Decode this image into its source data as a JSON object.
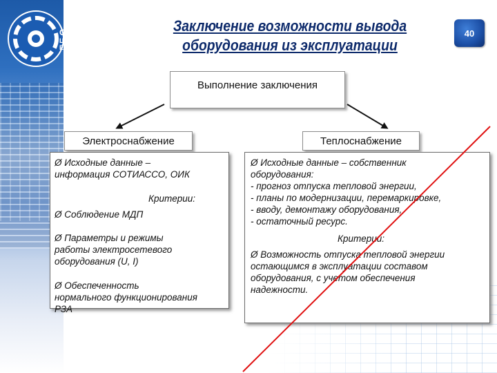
{
  "slide": {
    "title_line1": "Заключение возможности вывода",
    "title_line2": "оборудования из эксплуатации",
    "page_number": "40"
  },
  "logo": {
    "line1": "СО",
    "line2": "ЦДУ",
    "line3": "ЕЭС"
  },
  "root": {
    "label": "Выполнение заключения"
  },
  "left": {
    "header": "Электроснабжение",
    "source_line1": "Ø Исходные данные –",
    "source_line2": "информация СОТИАССО, ОИК",
    "criteria": "Критерии:",
    "c1": "Ø Соблюдение МДП",
    "c2_line1": "Ø Параметры и режимы",
    "c2_line2": "работы электросетевого",
    "c2_line3": "оборудования (U, I)",
    "c3_line1": "Ø Обеспеченность",
    "c3_line2": "нормального функционирования",
    "c3_line3": "РЗА"
  },
  "right": {
    "header": "Теплоснабжение",
    "source_line1": "Ø Исходные данные – собственник",
    "source_line2": "оборудования:",
    "item1": "- прогноз отпуска тепловой энергии,",
    "item2": "- планы по модернизации, перемаркировке,",
    "item3": "- вводу, демонтажу оборудования,",
    "item4": "- остаточный ресурс.",
    "criteria": "Критерии:",
    "c1_line1": "Ø  Возможность отпуска тепловой энергии",
    "c1_line2": "остающимся в эксплуатации составом",
    "c1_line3": "оборудования, с учетом обеспечения",
    "c1_line4": "надежности."
  },
  "colors": {
    "title": "#0d2a6b",
    "cross_line": "#e01010",
    "badge": "#1c4fa6"
  }
}
